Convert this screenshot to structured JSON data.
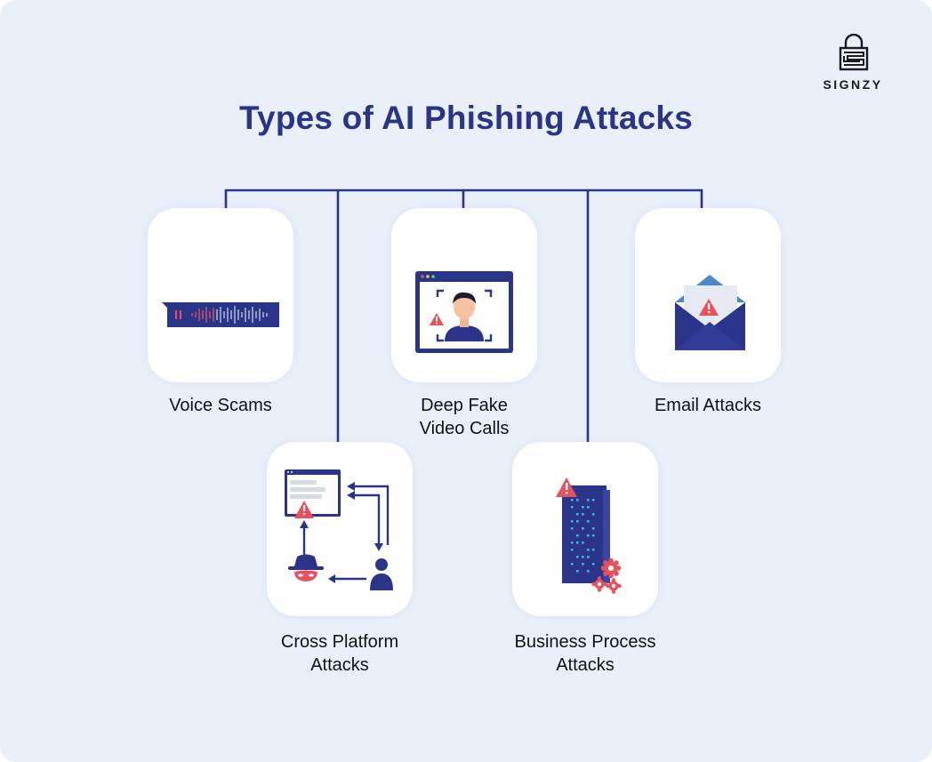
{
  "brand": {
    "name": "SIGNZY"
  },
  "title": "Types of AI Phishing Attacks",
  "nodes": [
    {
      "id": "voice",
      "line1": "Voice Scams",
      "line2": ""
    },
    {
      "id": "deepfake",
      "line1": "Deep Fake",
      "line2": "Video Calls"
    },
    {
      "id": "email",
      "line1": "Email Attacks",
      "line2": ""
    },
    {
      "id": "cross",
      "line1": "Cross Platform",
      "line2": "Attacks"
    },
    {
      "id": "business",
      "line1": "Business Process",
      "line2": "Attacks"
    }
  ],
  "colors": {
    "background": "#e9f0fa",
    "navy": "#2a3489",
    "alert": "#e8505b",
    "accent_blue": "#4a88c8"
  },
  "icons": [
    "padlock-logo-icon",
    "audio-waveform-icon",
    "video-call-face-icon",
    "envelope-alert-icon",
    "cross-platform-cycle-icon",
    "building-gears-icon"
  ]
}
